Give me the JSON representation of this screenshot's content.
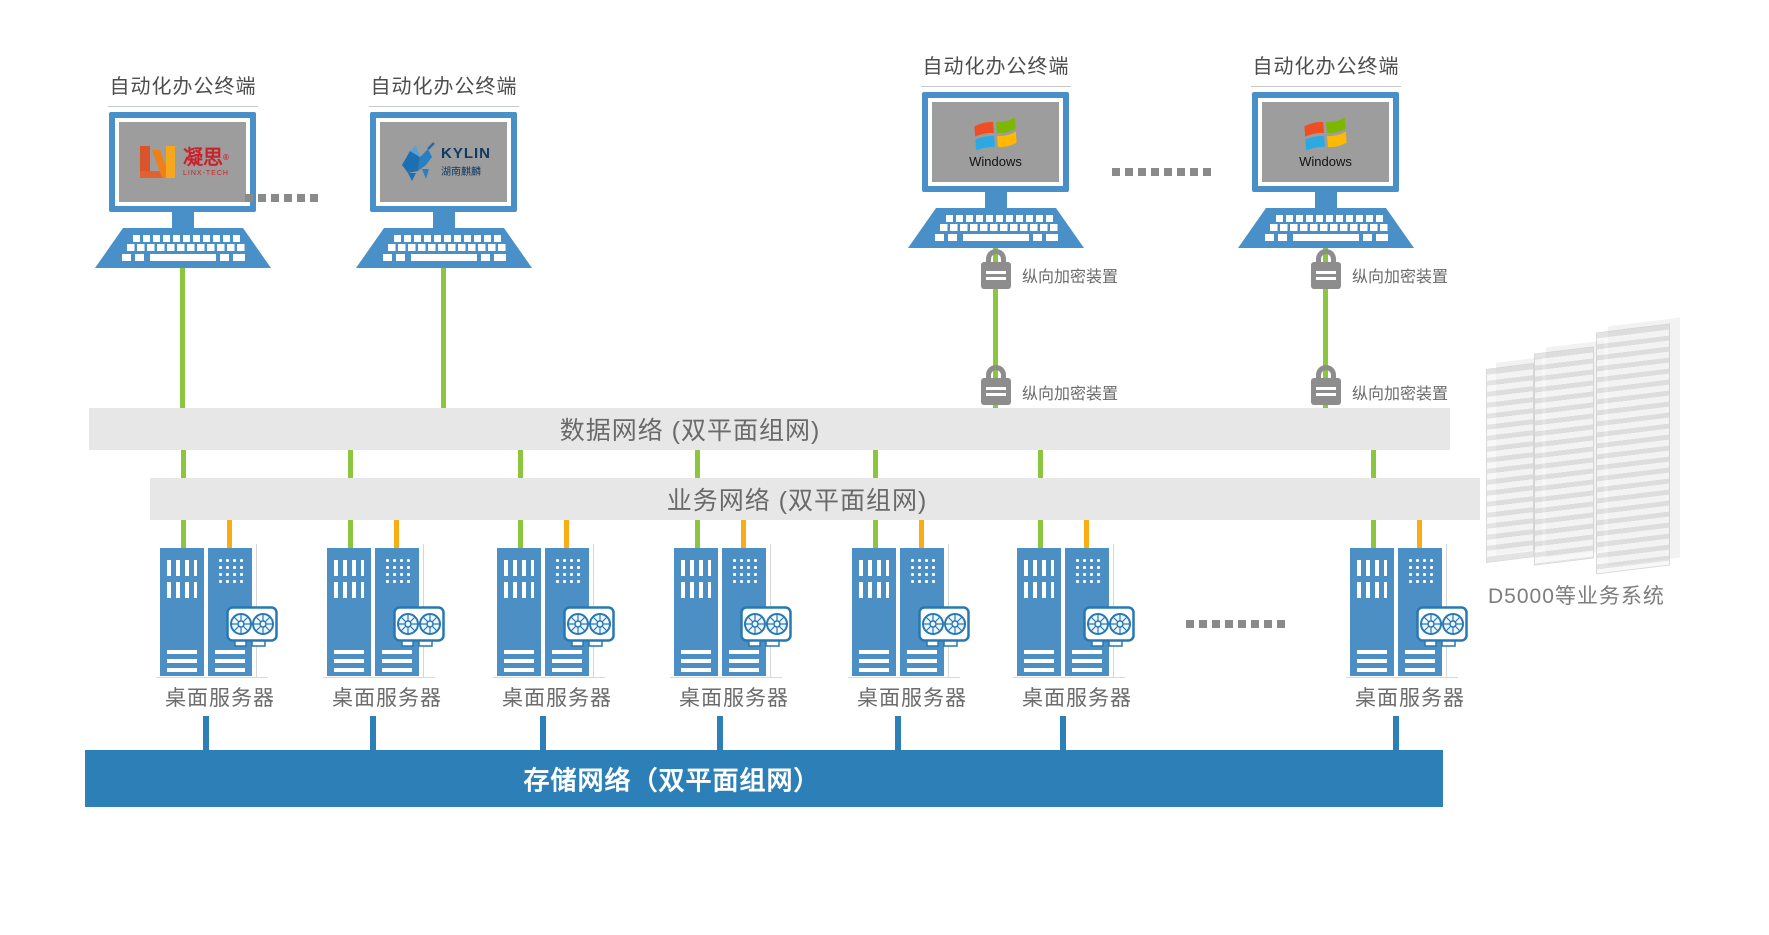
{
  "terminals": [
    {
      "label": "自动化办公终端",
      "os_logo": "linx",
      "logo_primary": "凝思",
      "logo_secondary": "LINX-TECH",
      "logo_mark": "®"
    },
    {
      "label": "自动化办公终端",
      "os_logo": "kylin",
      "logo_primary": "KYLIN",
      "logo_secondary": "湖南麒麟"
    },
    {
      "label": "自动化办公终端",
      "os_logo": "windows",
      "logo_primary": "Windows"
    },
    {
      "label": "自动化办公终端",
      "os_logo": "windows",
      "logo_primary": "Windows"
    }
  ],
  "encryption_device": {
    "label": "纵向加密装置"
  },
  "networks": {
    "data": {
      "label": "数据网络 (双平面组网)"
    },
    "business": {
      "label": "业务网络 (双平面组网)"
    },
    "storage": {
      "label": "存储网络（双平面组网）"
    }
  },
  "servers": [
    {
      "label": "桌面服务器"
    },
    {
      "label": "桌面服务器"
    },
    {
      "label": "桌面服务器"
    },
    {
      "label": "桌面服务器"
    },
    {
      "label": "桌面服务器"
    },
    {
      "label": "桌面服务器"
    },
    {
      "label": "桌面服务器"
    }
  ],
  "right_system": {
    "label": "D5000等业务系统"
  },
  "colors": {
    "line_green": "#8cc63e",
    "line_orange": "#f9ac14",
    "band_gray": "#e7e7e7",
    "storage_blue": "#2d7fb7",
    "device_blue": "#4b8fc4",
    "lock_gray": "#8d8d8d",
    "label_gray": "#6b6b6b"
  }
}
